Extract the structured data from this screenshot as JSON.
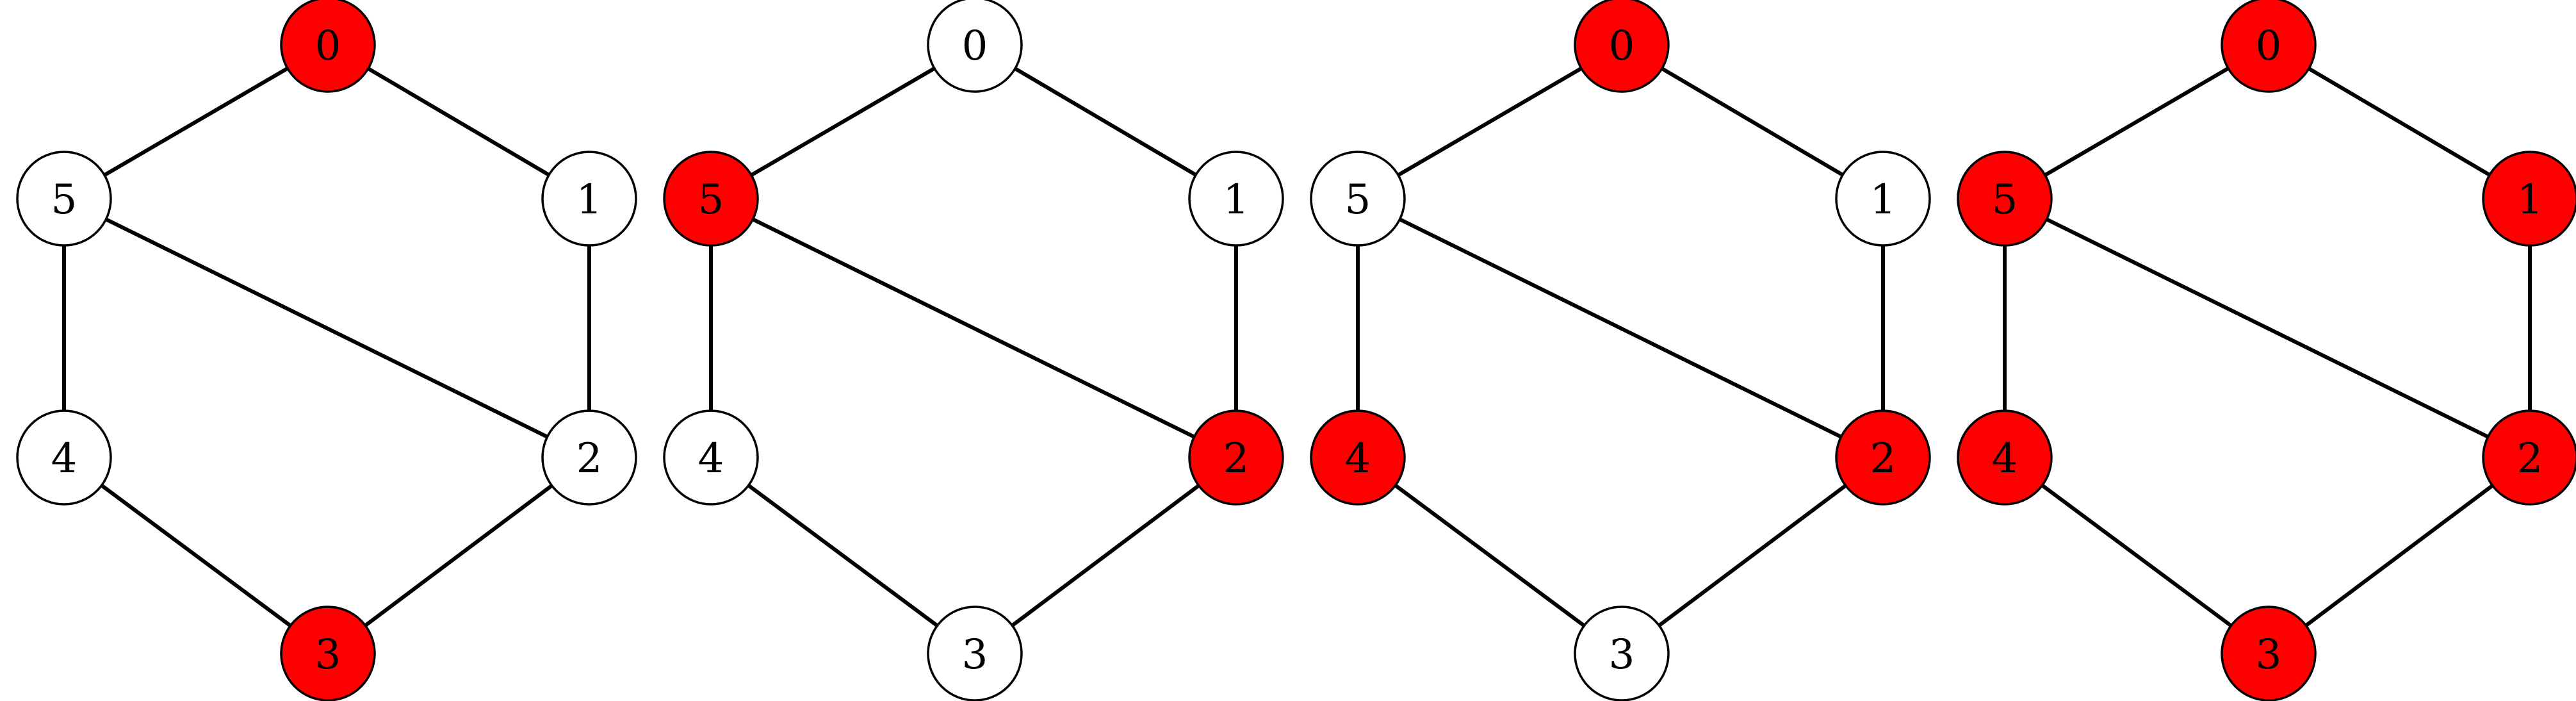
{
  "colors": {
    "background": "#ffffff",
    "selected_fill": "#ff0000",
    "unselected_fill": "#ffffff",
    "stroke": "#000000"
  },
  "graph": {
    "nodes": [
      "0",
      "1",
      "2",
      "3",
      "4",
      "5"
    ],
    "edges": [
      [
        0,
        1
      ],
      [
        1,
        2
      ],
      [
        2,
        3
      ],
      [
        3,
        4
      ],
      [
        4,
        5
      ],
      [
        5,
        0
      ],
      [
        5,
        2
      ]
    ]
  },
  "panels": [
    {
      "selected": [
        0,
        3
      ]
    },
    {
      "selected": [
        5,
        2
      ]
    },
    {
      "selected": [
        0,
        4,
        2
      ]
    },
    {
      "selected": [
        0,
        1,
        5,
        2,
        4,
        3
      ]
    }
  ]
}
